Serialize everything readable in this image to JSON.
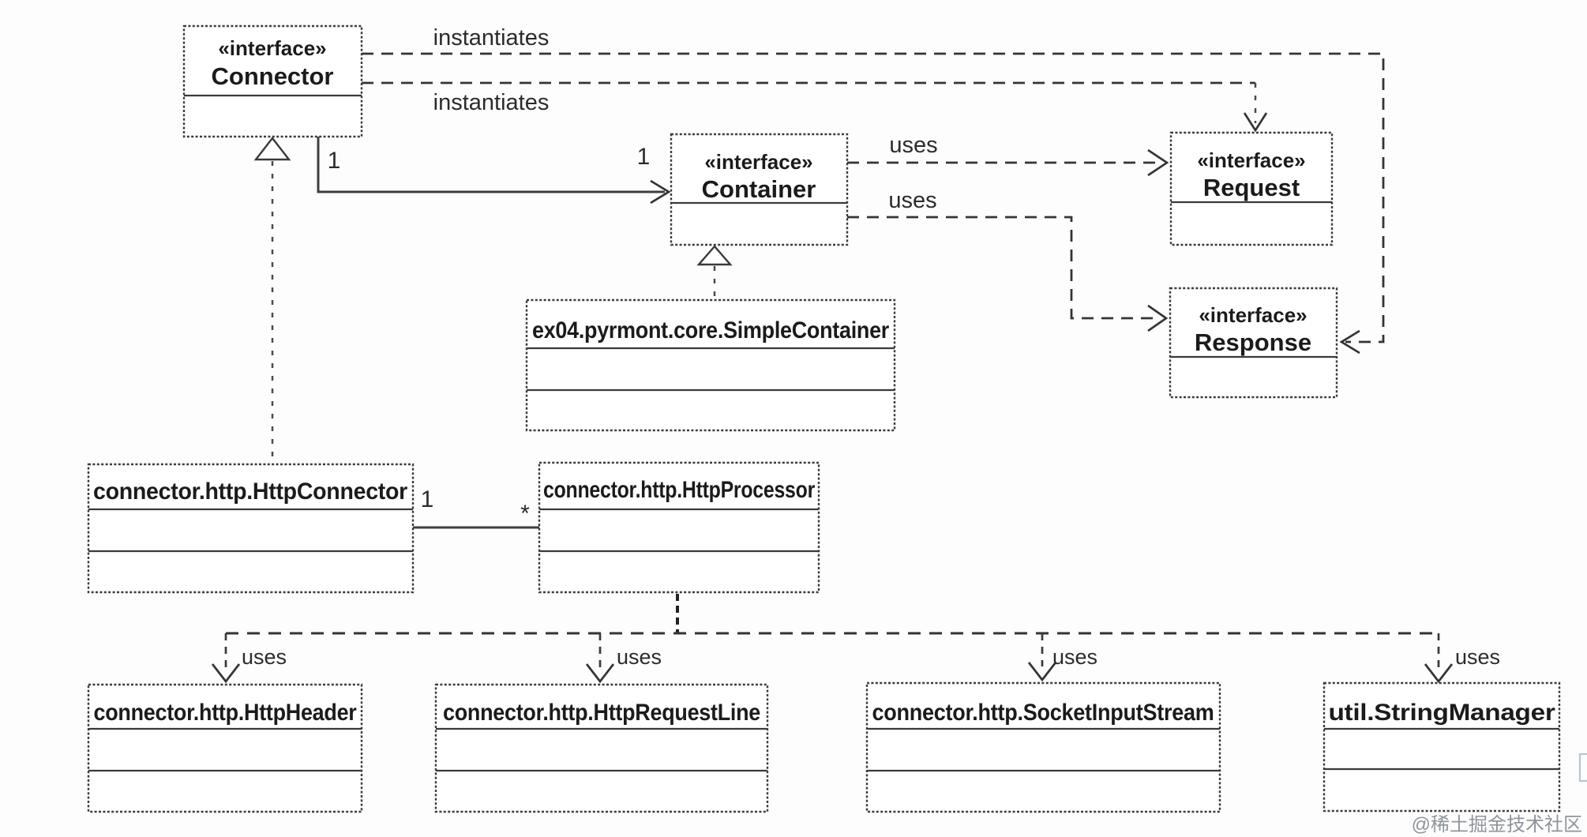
{
  "classes": {
    "connector": {
      "stereotype": "«interface»",
      "name": "Connector"
    },
    "container": {
      "stereotype": "«interface»",
      "name": "Container"
    },
    "request": {
      "stereotype": "«interface»",
      "name": "Request"
    },
    "response": {
      "stereotype": "«interface»",
      "name": "Response"
    },
    "simple_container": {
      "name": "ex04.pyrmont.core.SimpleContainer"
    },
    "http_connector": {
      "name": "connector.http.HttpConnector"
    },
    "http_processor": {
      "name": "connector.http.HttpProcessor"
    },
    "http_header": {
      "name": "connector.http.HttpHeader"
    },
    "http_request_line": {
      "name": "connector.http.HttpRequestLine"
    },
    "socket_input_stream": {
      "name": "connector.http.SocketInputStream"
    },
    "string_manager": {
      "name": "util.StringManager"
    }
  },
  "relations": {
    "connector_instantiates_response": {
      "label": "instantiates"
    },
    "connector_instantiates_request": {
      "label": "instantiates"
    },
    "container_uses_request": {
      "label": "uses"
    },
    "container_uses_response": {
      "label": "uses"
    },
    "processor_uses_http_header": {
      "label": "uses"
    },
    "processor_uses_http_request_line": {
      "label": "uses"
    },
    "processor_uses_socket_input_stream": {
      "label": "uses"
    },
    "processor_uses_string_manager": {
      "label": "uses"
    },
    "connector_container_association": {
      "connector_end_multiplicity": "1",
      "container_end_multiplicity": "1"
    },
    "httpconnector_httpprocessor_association": {
      "httpconnector_end_multiplicity": "1",
      "httpprocessor_end_multiplicity": "*"
    }
  },
  "watermark": {
    "text": "@稀土掘金技术社区"
  },
  "colors": {
    "line": "#3a3a3a",
    "text": "#1b1b1b",
    "watermark": "#8f959b",
    "background": "#fdfdfd"
  }
}
